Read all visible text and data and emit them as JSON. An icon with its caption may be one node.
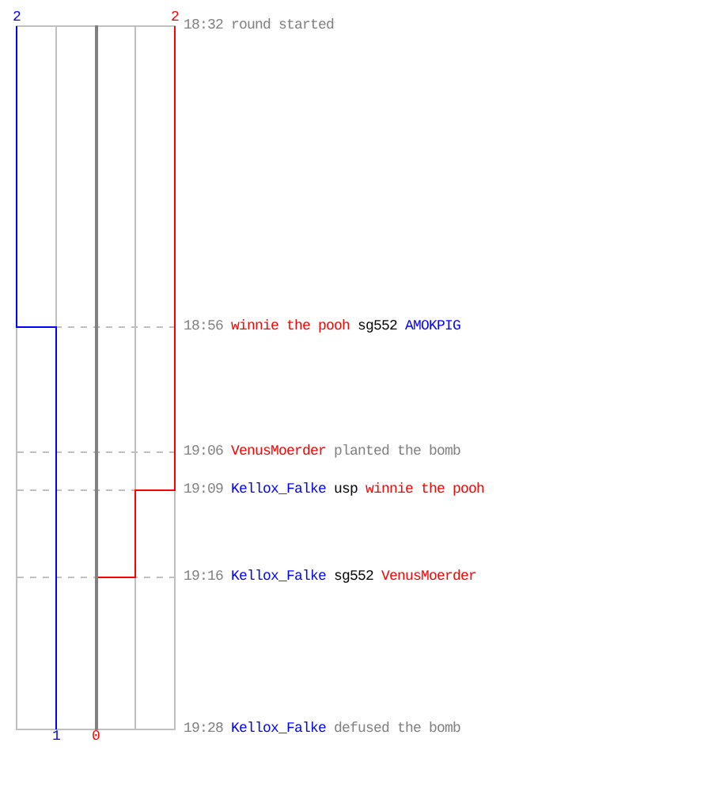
{
  "diagram": {
    "labels": [
      "2",
      "2",
      "18:32",
      "round started",
      "18:56",
      "winnie the pooh",
      "sg552",
      "AMOKPIG",
      "19:06",
      "VenusMoerder",
      "planted the bomb",
      "19:09",
      "Kellox_Falke",
      "usp",
      "winnie the pooh",
      "19:16",
      "Kellox_Falke",
      "sg552",
      "VenusMoerder",
      "1",
      "0",
      "19:28",
      "Kellox_Falke",
      "defused the bomb"
    ]
  }
}
